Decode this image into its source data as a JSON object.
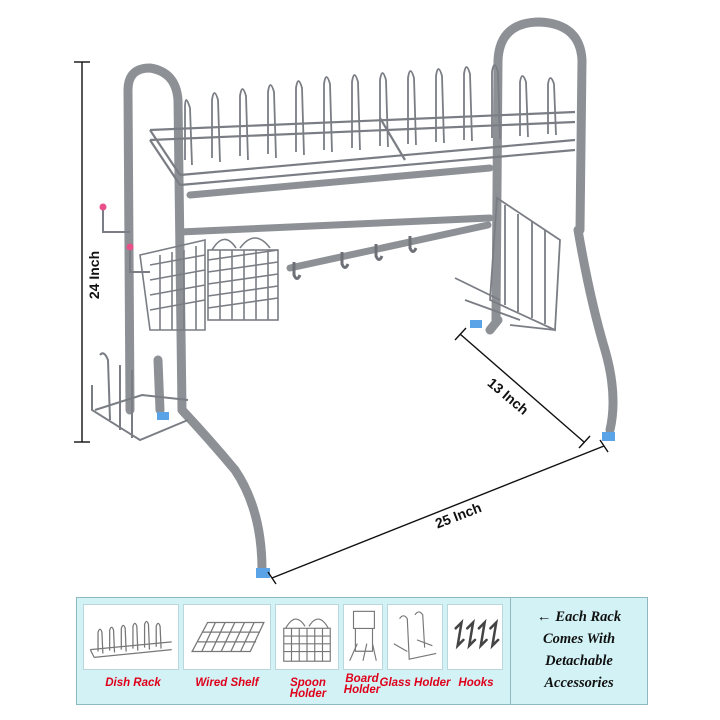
{
  "dimensions": {
    "height_label": "24 Inch",
    "depth_label": "13 Inch",
    "width_label": "25 Inch"
  },
  "accessories": [
    {
      "label": "Dish Rack",
      "icon": "dish-rack-icon"
    },
    {
      "label": "Wired Shelf",
      "icon": "wired-shelf-icon"
    },
    {
      "label": "Spoon Holder",
      "icon": "spoon-holder-icon"
    },
    {
      "label": "Board Holder",
      "icon": "board-holder-icon"
    },
    {
      "label": "Glass Holder",
      "icon": "glass-holder-icon"
    },
    {
      "label": "Hooks",
      "icon": "hooks-icon"
    }
  ],
  "note": {
    "arrow": "←",
    "line1": "Each Rack",
    "line2": "Comes With",
    "line3": "Detachable",
    "line4": "Accessories"
  },
  "colors": {
    "steel": "#9a9ea4",
    "steel_dark": "#5e6268",
    "foot_blue": "#5aa3e6",
    "hook_tip_pink": "#e8508a",
    "panel_bg": "#d2f2f5",
    "accessory_label_red": "#e0001b"
  }
}
